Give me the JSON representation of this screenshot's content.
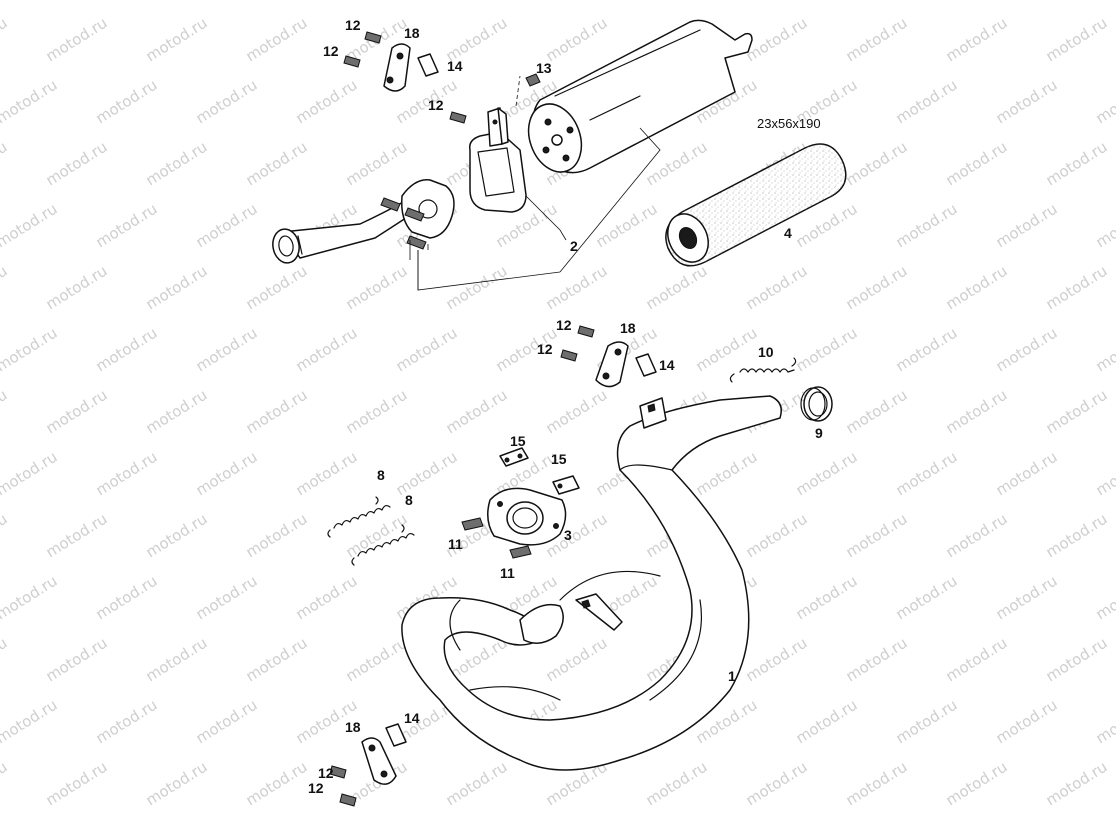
{
  "watermark": "motod.ru",
  "dimension_label": "23x56x190",
  "callouts": [
    {
      "id": "c12a",
      "text": "12"
    },
    {
      "id": "c12b",
      "text": "12"
    },
    {
      "id": "c18a",
      "text": "18"
    },
    {
      "id": "c14a",
      "text": "14"
    },
    {
      "id": "c13",
      "text": "13"
    },
    {
      "id": "c12c",
      "text": "12"
    },
    {
      "id": "c2",
      "text": "2"
    },
    {
      "id": "c4",
      "text": "4"
    },
    {
      "id": "c12d",
      "text": "12"
    },
    {
      "id": "c18b",
      "text": "18"
    },
    {
      "id": "c12e",
      "text": "12"
    },
    {
      "id": "c14b",
      "text": "14"
    },
    {
      "id": "c10",
      "text": "10"
    },
    {
      "id": "c9",
      "text": "9"
    },
    {
      "id": "c15a",
      "text": "15"
    },
    {
      "id": "c15b",
      "text": "15"
    },
    {
      "id": "c8a",
      "text": "8"
    },
    {
      "id": "c8b",
      "text": "8"
    },
    {
      "id": "c11a",
      "text": "11"
    },
    {
      "id": "c3",
      "text": "3"
    },
    {
      "id": "c11b",
      "text": "11"
    },
    {
      "id": "c1",
      "text": "1"
    },
    {
      "id": "c18c",
      "text": "18"
    },
    {
      "id": "c14c",
      "text": "14"
    },
    {
      "id": "c12f",
      "text": "12"
    },
    {
      "id": "c12g",
      "text": "12"
    }
  ]
}
